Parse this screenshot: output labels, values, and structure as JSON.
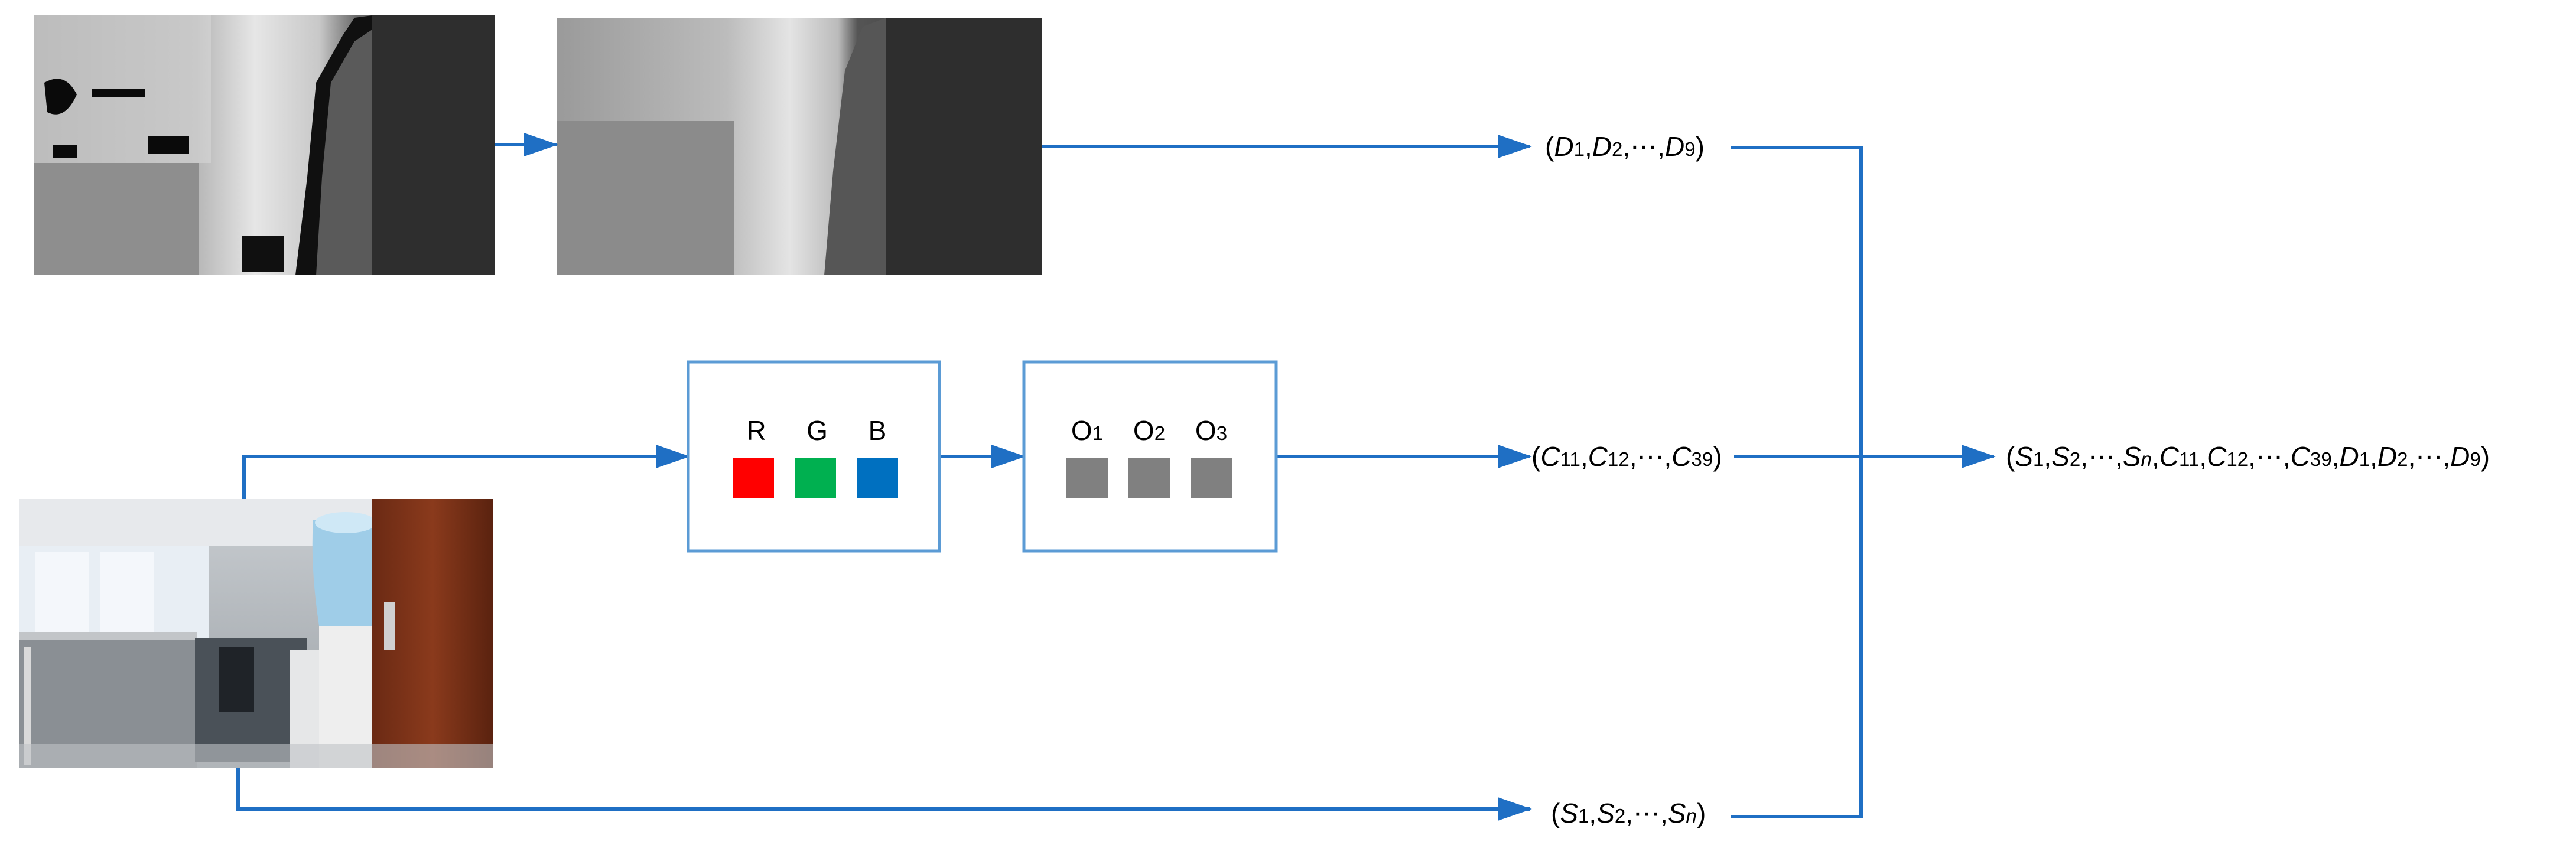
{
  "colors": {
    "arrow": "#1f6fc4",
    "box_border": "#5b9bd5",
    "r": "#ff0000",
    "g": "#00b050",
    "b": "#0070c0",
    "o": "#808080"
  },
  "rgb_box": {
    "labels": [
      "R",
      "G",
      "B"
    ]
  },
  "o_box": {
    "labels": [
      {
        "base": "O",
        "sub": "1"
      },
      {
        "base": "O",
        "sub": "2"
      },
      {
        "base": "O",
        "sub": "3"
      }
    ]
  },
  "vectors": {
    "depth": [
      "(",
      "D",
      "1",
      ",",
      "D",
      "2",
      ",",
      "⋯",
      ",",
      "D",
      "9",
      ")"
    ],
    "color": [
      "(",
      "C",
      "11",
      ",",
      "C",
      "12",
      ",",
      "⋯",
      ",",
      "C",
      "39",
      ")"
    ],
    "signal": [
      "(",
      "S",
      "1",
      ",",
      "S",
      "2",
      ",",
      "⋯",
      ",",
      "S",
      "n",
      ")"
    ],
    "combined": [
      "(",
      "S",
      "1",
      ",",
      "S",
      "2",
      ",",
      "⋯",
      ",",
      "S",
      "n",
      ",",
      "C",
      "11",
      ",",
      "C",
      "12",
      ",",
      "⋯",
      ",",
      "C",
      "39",
      ",",
      "D",
      "1",
      ",",
      "D",
      "2",
      ",",
      "⋯",
      ",",
      "D",
      "9",
      ")"
    ]
  }
}
